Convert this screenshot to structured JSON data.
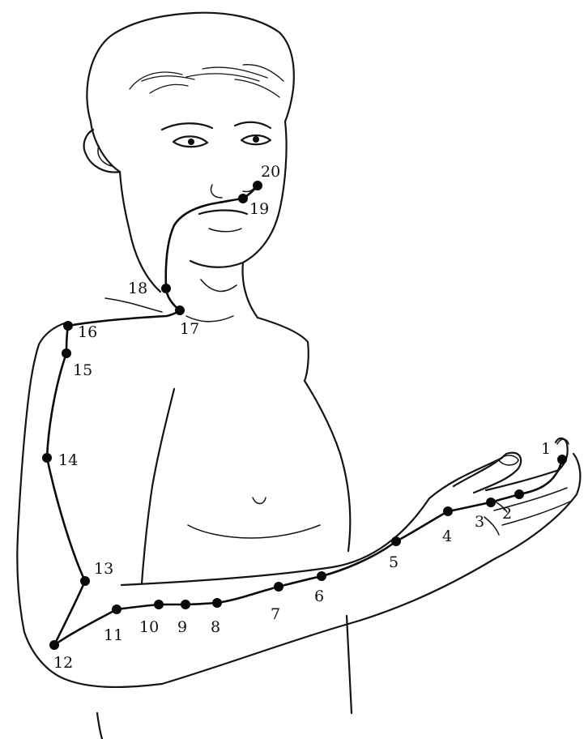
{
  "points": [
    {
      "id": "point-1",
      "label": "1"
    },
    {
      "id": "point-2",
      "label": "2"
    },
    {
      "id": "point-3",
      "label": "3"
    },
    {
      "id": "point-4",
      "label": "4"
    },
    {
      "id": "point-5",
      "label": "5"
    },
    {
      "id": "point-6",
      "label": "6"
    },
    {
      "id": "point-7",
      "label": "7"
    },
    {
      "id": "point-8",
      "label": "8"
    },
    {
      "id": "point-9",
      "label": "9"
    },
    {
      "id": "point-10",
      "label": "10"
    },
    {
      "id": "point-11",
      "label": "11"
    },
    {
      "id": "point-12",
      "label": "12"
    },
    {
      "id": "point-13",
      "label": "13"
    },
    {
      "id": "point-14",
      "label": "14"
    },
    {
      "id": "point-15",
      "label": "15"
    },
    {
      "id": "point-16",
      "label": "16"
    },
    {
      "id": "point-17",
      "label": "17"
    },
    {
      "id": "point-18",
      "label": "18"
    },
    {
      "id": "point-19",
      "label": "19"
    },
    {
      "id": "point-20",
      "label": "20"
    }
  ]
}
